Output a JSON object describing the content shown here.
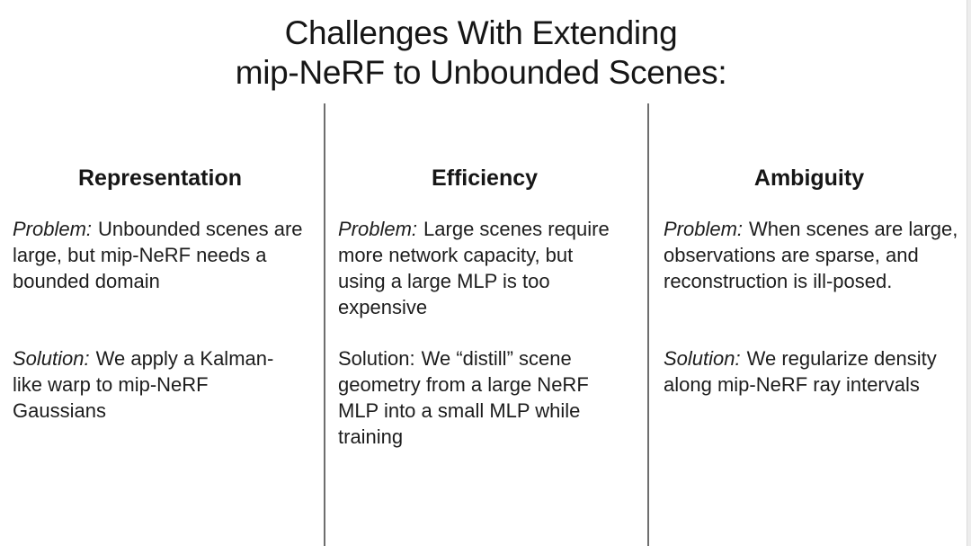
{
  "slide": {
    "title_lines": [
      "Challenges With Extending",
      "mip-NeRF to Unbounded Scenes:"
    ]
  },
  "columns": [
    {
      "header": "Representation",
      "problem": {
        "label": "Problem:",
        "lines": [
          "Unbounded scenes are",
          "large, but mip-NeRF needs a",
          "bounded domain"
        ]
      },
      "solution": {
        "label": "Solution:",
        "lines": [
          "We apply a Kalman-",
          "like warp to mip-NeRF",
          "Gaussians"
        ]
      }
    },
    {
      "header": "Efficiency",
      "problem": {
        "label": "Problem:",
        "lines": [
          "Large scenes require",
          "more network capacity, but",
          "using a large MLP is too",
          "expensive"
        ]
      },
      "solution": {
        "label": "Solution:",
        "lines": [
          "We “distill” scene",
          "geometry from a large NeRF",
          "MLP into a small MLP while",
          "training"
        ]
      }
    },
    {
      "header": "Ambiguity",
      "problem": {
        "label": "Problem:",
        "lines": [
          "When scenes are large,",
          "observations are sparse, and",
          "reconstruction is ill-posed."
        ]
      },
      "solution": {
        "label": "Solution:",
        "lines": [
          "We regularize density",
          "along mip-NeRF ray intervals"
        ]
      }
    }
  ],
  "colors": {
    "background": "#ffffff",
    "text": "#1d1d1d",
    "title_text": "#161616",
    "divider": "#6e6e6e",
    "right_edge": "#ededed"
  }
}
